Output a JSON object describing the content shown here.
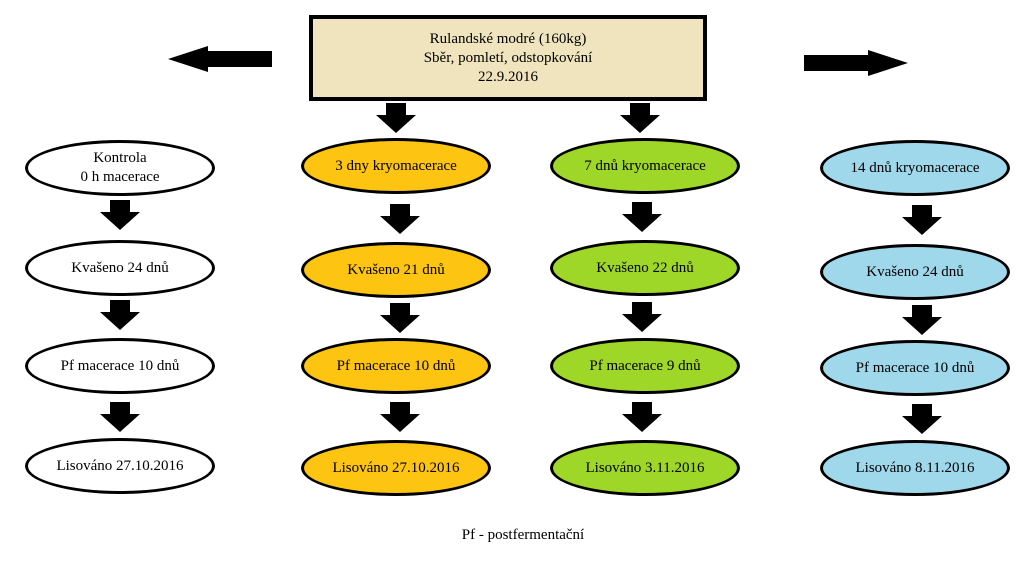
{
  "header": {
    "lines": [
      "Rulandské modré (160kg)",
      "Sběr, pomletí, odstopkování",
      "22.9.2016"
    ]
  },
  "columns": [
    {
      "color": "#ffffff",
      "title_lines": [
        "Kontrola",
        "0 h macerace"
      ],
      "steps": [
        "Kvašeno 24 dnů",
        "Pf macerace 10 dnů",
        "Lisováno 27.10.2016"
      ]
    },
    {
      "color": "#fec412",
      "title_lines": [
        "3 dny kryomacerace"
      ],
      "steps": [
        "Kvašeno 21 dnů",
        "Pf macerace 10 dnů",
        "Lisováno 27.10.2016"
      ]
    },
    {
      "color": "#9fd728",
      "title_lines": [
        "7 dnů kryomacerace"
      ],
      "steps": [
        "Kvašeno 22 dnů",
        "Pf macerace 9 dnů",
        "Lisováno 3.11.2016"
      ]
    },
    {
      "color": "#9ed8ea",
      "title_lines": [
        "14 dnů kryomacerace"
      ],
      "steps": [
        "Kvašeno 24 dnů",
        "Pf macerace 10 dnů",
        "Lisováno 8.11.2016"
      ]
    }
  ],
  "footnote": "Pf - postfermentační"
}
